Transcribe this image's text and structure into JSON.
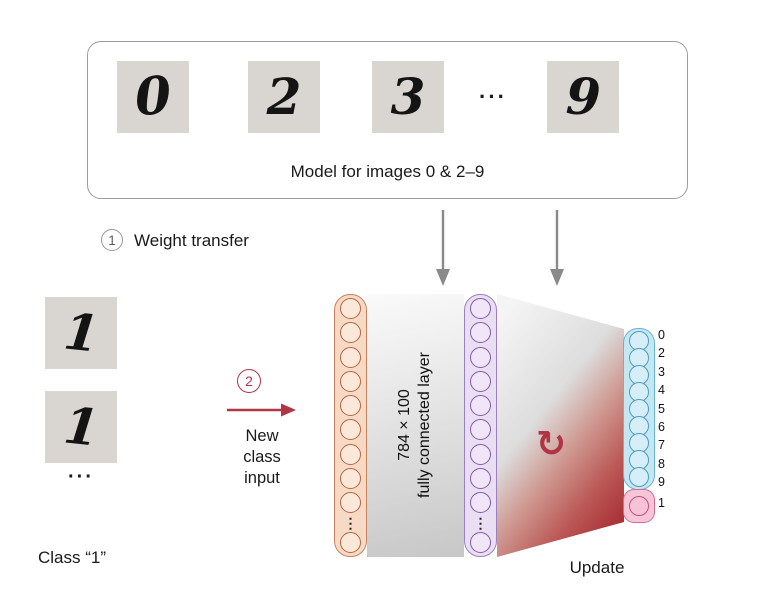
{
  "model_box": {
    "digits": [
      "0",
      "2",
      "3",
      "9"
    ],
    "ellipsis": "···",
    "caption": "Model for images 0 & 2–9"
  },
  "steps": {
    "one": {
      "number": "1",
      "label": "Weight transfer"
    },
    "two": {
      "number": "2",
      "label": "New\nclass\ninput"
    }
  },
  "new_class": {
    "digits": [
      "1",
      "1"
    ],
    "ellipsis": "···",
    "label": "Class “1”"
  },
  "network": {
    "hidden_layer_label": "784 × 100\nfully connected layer",
    "input_dots": "⋮",
    "hidden_dots": "⋮",
    "output_labels": [
      "0",
      "2",
      "3",
      "4",
      "5",
      "6",
      "7",
      "8",
      "9"
    ],
    "new_output_label": "1",
    "update_label": "Update"
  },
  "icons": {
    "update_rotation": "↻"
  },
  "colors": {
    "accent_red": "#b03545",
    "arrow_gray": "#8a8a8a",
    "input_layer_fill": "#f7dac6",
    "input_layer_border": "#c9815b",
    "hidden_layer_fill": "#e9def2",
    "hidden_layer_border": "#9b7fc0",
    "output_layer_fill": "#c5e7f2",
    "output_layer_border": "#69b4d4",
    "new_class_fill": "#f6c6d8",
    "new_class_border": "#d46a92"
  }
}
